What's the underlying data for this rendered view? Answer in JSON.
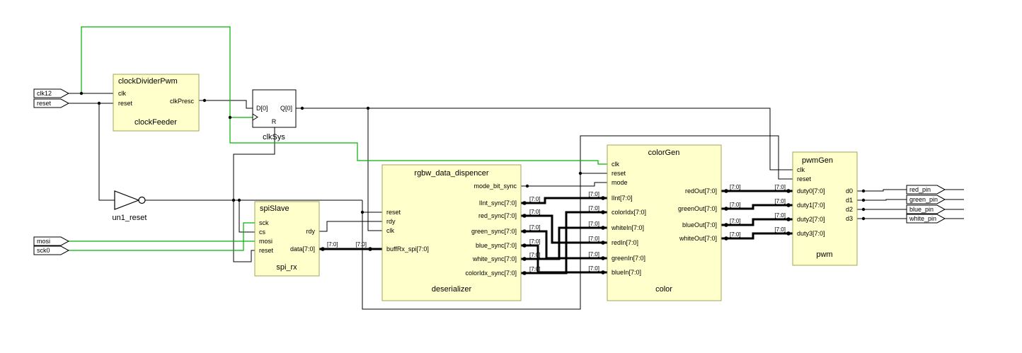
{
  "diagram": {
    "bus_label": "[7:0]",
    "colors": {
      "block_fill": "#ffffcc",
      "block_border": "#a3a35c",
      "wire": "#000000",
      "clock_net": "#00b400",
      "background": "#ffffff"
    },
    "inputs": [
      {
        "label": "clk12"
      },
      {
        "label": "reset"
      },
      {
        "label": "mosi"
      },
      {
        "label": "sck0"
      }
    ],
    "outputs": [
      {
        "label": "red_pin"
      },
      {
        "label": "green_pin"
      },
      {
        "label": "blue_pin"
      },
      {
        "label": "white_pin"
      }
    ],
    "blocks": {
      "clockFeeder": {
        "type": "clockDividerPwm",
        "instance": "clockFeeder",
        "ports": {
          "in": [
            "clk",
            "reset"
          ],
          "out": [
            "clkPresc"
          ]
        }
      },
      "clkSys": {
        "instance": "clkSys",
        "ports": {
          "d": "D[0]",
          "q": "Q[0]",
          "r": "R"
        }
      },
      "un1_reset": {
        "instance": "un1_reset"
      },
      "spi_rx": {
        "type": "spiSlave",
        "instance": "spi_rx",
        "ports": {
          "in": [
            "sck",
            "cs",
            "mosi",
            "reset"
          ],
          "out": [
            "rdy",
            "data[7:0]"
          ]
        }
      },
      "deserializer": {
        "type": "rgbw_data_dispencer",
        "instance": "deserializer",
        "ports": {
          "in": [
            "reset",
            "rdy",
            "clk",
            "buffRx_spi[7:0]"
          ],
          "out": [
            "mode_bit_sync",
            "lInt_sync[7:0]",
            "red_sync[7:0]",
            "green_sync[7:0]",
            "blue_sync[7:0]",
            "white_sync[7:0]",
            "colorIdx_sync[7:0]"
          ]
        }
      },
      "color": {
        "type": "colorGen",
        "instance": "color",
        "ports": {
          "in": [
            "clk",
            "reset",
            "mode",
            "lInt[7:0]",
            "colorIdx[7:0]",
            "whiteIn[7:0]",
            "redIn[7:0]",
            "greenIn[7:0]",
            "blueIn[7:0]"
          ],
          "out": [
            "redOut[7:0]",
            "greenOut[7:0]",
            "blueOut[7:0]",
            "whiteOut[7:0]"
          ]
        }
      },
      "pwm": {
        "type": "pwmGen",
        "instance": "pwm",
        "ports": {
          "in": [
            "clk",
            "reset",
            "duty0[7:0]",
            "duty1[7:0]",
            "duty2[7:0]",
            "duty3[7:0]"
          ],
          "out": [
            "d0",
            "d1",
            "d2",
            "d3"
          ]
        }
      }
    }
  }
}
